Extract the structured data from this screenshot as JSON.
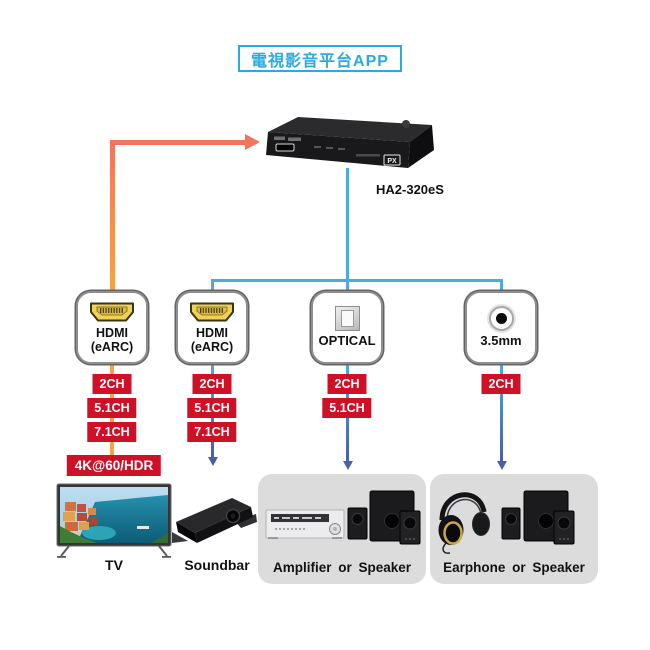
{
  "title": {
    "label": "電視影音平台APP"
  },
  "device": {
    "model": "HA2-320eS",
    "brand_logo": "PX",
    "icon": "av-extractor-device"
  },
  "columns": [
    {
      "connector": {
        "label": "HDMI",
        "sublabel": "(eARC)",
        "icon": "hdmi-connector"
      },
      "badges": [
        "2CH",
        "5.1CH",
        "7.1CH",
        "4K@60/HDR"
      ],
      "output": "TV",
      "line": "orange"
    },
    {
      "connector": {
        "label": "HDMI",
        "sublabel": "(eARC)",
        "icon": "hdmi-connector"
      },
      "badges": [
        "2CH",
        "5.1CH",
        "7.1CH"
      ],
      "output": "Soundbar",
      "line": "blue"
    },
    {
      "connector": {
        "label": "OPTICAL",
        "sublabel": "",
        "icon": "optical-connector"
      },
      "badges": [
        "2CH",
        "5.1CH"
      ],
      "output": "Amplifier or Speaker",
      "line": "blue"
    },
    {
      "connector": {
        "label": "3.5mm",
        "sublabel": "",
        "icon": "jack-35mm-connector"
      },
      "badges": [
        "2CH"
      ],
      "output": "Earphone or Speaker",
      "line": "blue"
    }
  ],
  "colors": {
    "accent_blue": "#2BA9E0",
    "line_blue": "#4FA9DE",
    "line_dark_blue": "#4A5FA8",
    "arrow_salmon": "#F3735F",
    "arrow_orange": "#F6A443",
    "badge_red": "#CE1126",
    "panel_gray": "#DCDCDC"
  }
}
